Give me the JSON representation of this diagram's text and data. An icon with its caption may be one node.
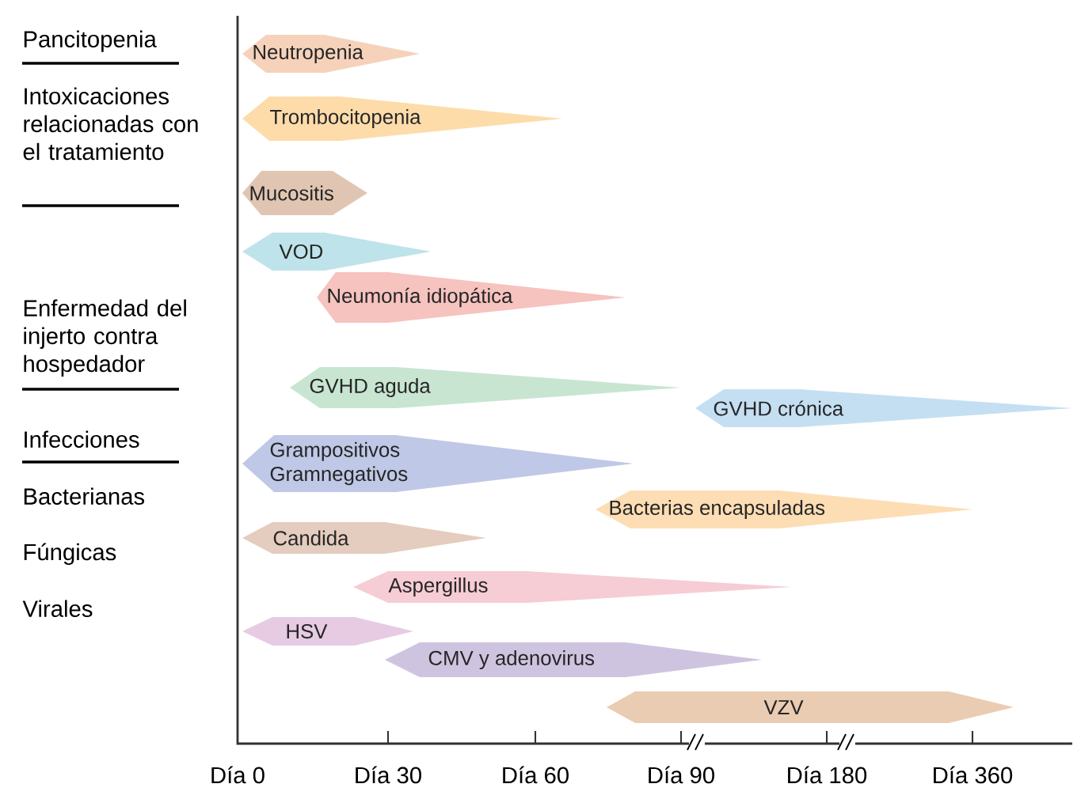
{
  "diagram": {
    "nodes": [
      {
        "text": [
          "Neutropenia"
        ]
      },
      {
        "text": [
          "Trombocitopenia"
        ]
      },
      {
        "text": [
          "Mucositis"
        ]
      },
      {
        "text": [
          "VOD"
        ]
      },
      {
        "text": [
          "Neumonía idiopática"
        ]
      },
      {
        "text": [
          "GVHD aguda"
        ]
      },
      {
        "text": [
          "GVHD crónica"
        ]
      },
      {
        "text": [
          "Grampositivos Gramnegativos"
        ]
      },
      {
        "text": [
          "Bacterias encapsuladas"
        ]
      },
      {
        "text": [
          "Candida"
        ]
      },
      {
        "text": [
          "Aspergillus"
        ]
      },
      {
        "text": [
          "HSV"
        ]
      },
      {
        "text": [
          "CMV y adenovirus"
        ]
      },
      {
        "text": [
          "VZV"
        ]
      }
    ],
    "labels": [
      "Pancitopenia",
      "Intoxicaciones relacionadas con el tratamiento",
      "Enfermedad del injerto contra hospedador",
      "Infecciones",
      "Bacterianas",
      "Fúngicas",
      "Virales",
      "Día 0",
      "Día 30",
      "Día 60",
      "Día 90",
      "Día 180",
      "Día 360"
    ]
  }
}
